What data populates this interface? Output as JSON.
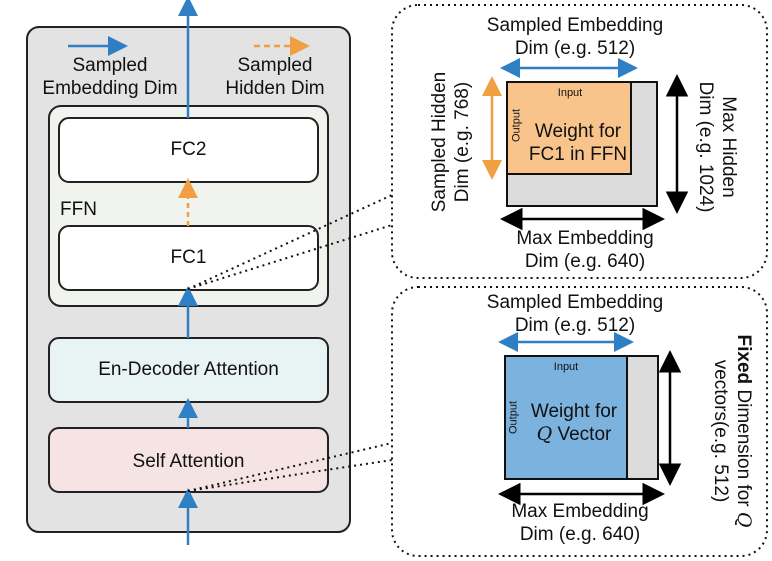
{
  "legend": {
    "sampled_embedding": "Sampled\nEmbedding Dim",
    "sampled_hidden": "Sampled\nHidden Dim"
  },
  "blocks": {
    "fc2": "FC2",
    "ffn": "FFN",
    "fc1": "FC1",
    "en_decoder": "En-Decoder Attention",
    "self_attention": "Self Attention"
  },
  "ffn_panel": {
    "sampled_embedding": "Sampled Embedding\nDim (e.g. 512)",
    "sampled_hidden": "Sampled Hidden\nDim (e.g. 768)",
    "max_hidden": "Max Hidden\nDim (e.g. 1024)",
    "max_embedding": "Max Embedding\nDim (e.g. 640)",
    "input": "Input",
    "output": "Output",
    "weight": "Weight for\nFC1 in FFN"
  },
  "q_panel": {
    "sampled_embedding": "Sampled Embedding\nDim (e.g. 512)",
    "max_embedding": "Max Embedding\nDim (e.g. 640)",
    "input": "Input",
    "output": "Output",
    "weight_line1": "Weight for",
    "weight_q": "Q",
    "weight_rest": " Vector",
    "fixed_bold": "Fixed",
    "fixed_rest1": " Dimension for ",
    "fixed_q": "Q",
    "fixed_rest2": "vectors(e.g. 512)"
  },
  "colors": {
    "blue_arrow": "#2f7fc4",
    "orange_arrow": "#f0a040",
    "outer_bg": "#e3e3e3",
    "ffn_bg": "#f1f3ee",
    "endec_bg": "#e8f3f4",
    "self_bg": "#f6e4e4",
    "fc1_weight": "#f8c48c",
    "q_weight": "#7bb2de",
    "matrix_gray": "#dcdcdc"
  }
}
